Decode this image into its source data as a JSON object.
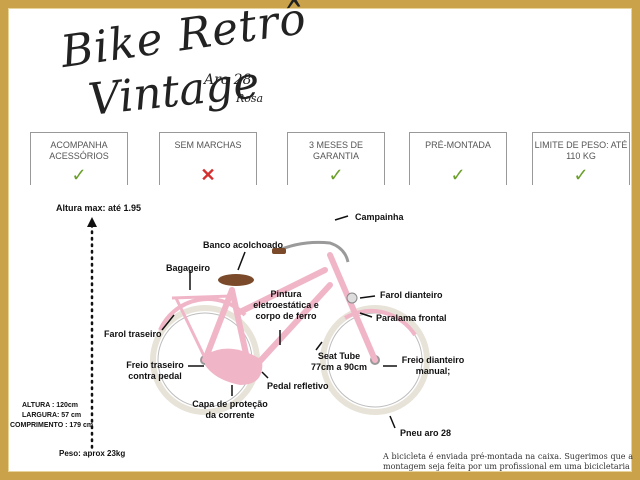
{
  "title": {
    "line1": "Bike Retrô",
    "line2": "Vintage",
    "line3": "Aro 28",
    "line4": "Rosa"
  },
  "features": [
    {
      "label": "ACOMPANHA ACESSÓRIOS",
      "mark": "✓"
    },
    {
      "label": "SEM MARCHAS",
      "mark": "✕"
    },
    {
      "label": "3 MESES DE GARANTIA",
      "mark": "✓"
    },
    {
      "label": "PRÉ-MONTADA",
      "mark": "✓"
    },
    {
      "label": "LIMITE DE PESO: ATÉ 110 KG",
      "mark": "✓"
    }
  ],
  "labels": {
    "altura_max": "Altura max: até 1.95",
    "campainha": "Campainha",
    "banco": "Banco acolchoado",
    "bagageiro": "Bagageiro",
    "pintura": "Pintura eletroestática e corpo de ferro",
    "farol_dianteiro": "Farol dianteiro",
    "paralama": "Paralama frontal",
    "farol_traseiro": "Farol traseiro",
    "seat_tube": "Seat Tube 77cm a 90cm",
    "freio_dianteiro": "Freio dianteiro manual;",
    "freio_traseiro": "Freio traseiro contra pedal",
    "pedal": "Pedal refletivo",
    "capa": "Capa de proteção da corrente",
    "pneu": "Pneu aro 28",
    "altura": "ALTURA : 120cm",
    "largura": "LARGURA: 57 cm",
    "comprimento": "COMPRIMENTO : 179 cm",
    "peso": "Peso: aprox 23kg"
  },
  "note": "A bicicleta é enviada pré-montada na caixa. Sugerimos que a montagem seja feita por um profissional em uma bicicletaria",
  "colors": {
    "frame_gold": "#c9a24a",
    "bike_pink": "#f0b6c8",
    "check_green": "#6a9f2a",
    "cross_red": "#d43030",
    "seat_brown": "#7a4a2a"
  }
}
